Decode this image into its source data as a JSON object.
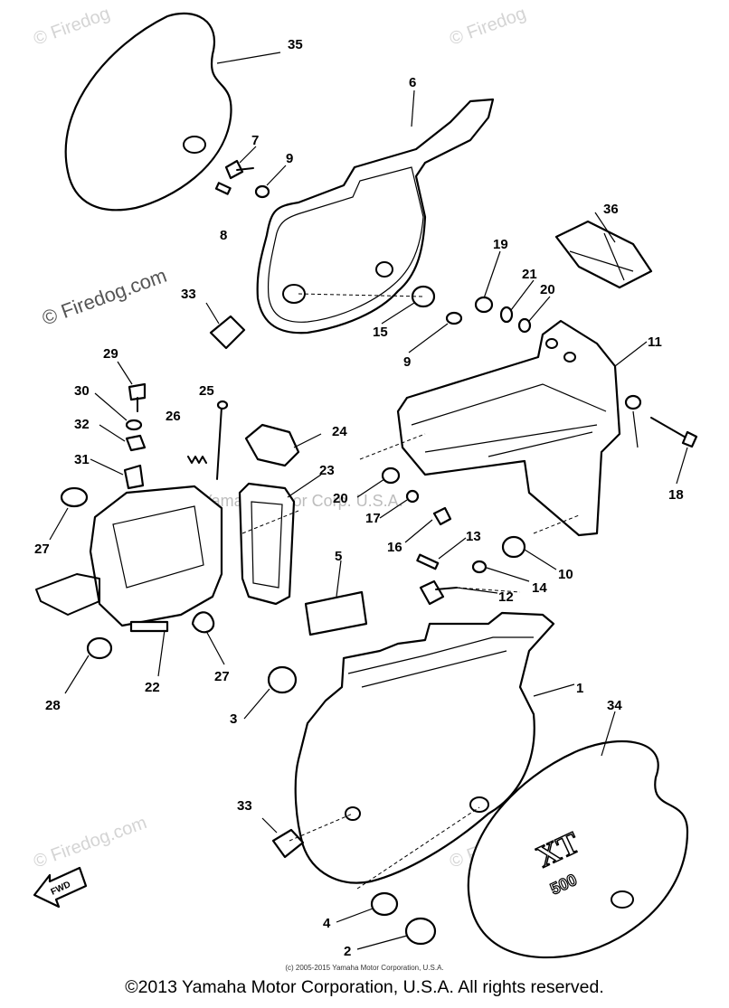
{
  "watermarks": {
    "site_mark": "© Firedog.com",
    "center_text": "© Yamaha Motor Corp. U.S.A.",
    "site_mark_short": "© Firedog"
  },
  "callouts": [
    "35",
    "6",
    "7",
    "9",
    "8",
    "36",
    "19",
    "21",
    "20",
    "33",
    "15",
    "9",
    "11",
    "29",
    "25",
    "30",
    "26",
    "24",
    "32",
    "31",
    "23",
    "20",
    "17",
    "18",
    "27",
    "16",
    "13",
    "10",
    "14",
    "12",
    "5",
    "22",
    "27",
    "28",
    "1",
    "3",
    "34",
    "33",
    "4",
    "2"
  ],
  "fwd_label": "FWD",
  "emblem": {
    "line1": "XT",
    "line2": "500"
  },
  "footer": {
    "small_copyright": "(c) 2005-2015 Yamaha Motor Corporation, U.S.A.",
    "copyright": "©2013 Yamaha Motor Corporation, U.S.A. All rights reserved."
  }
}
